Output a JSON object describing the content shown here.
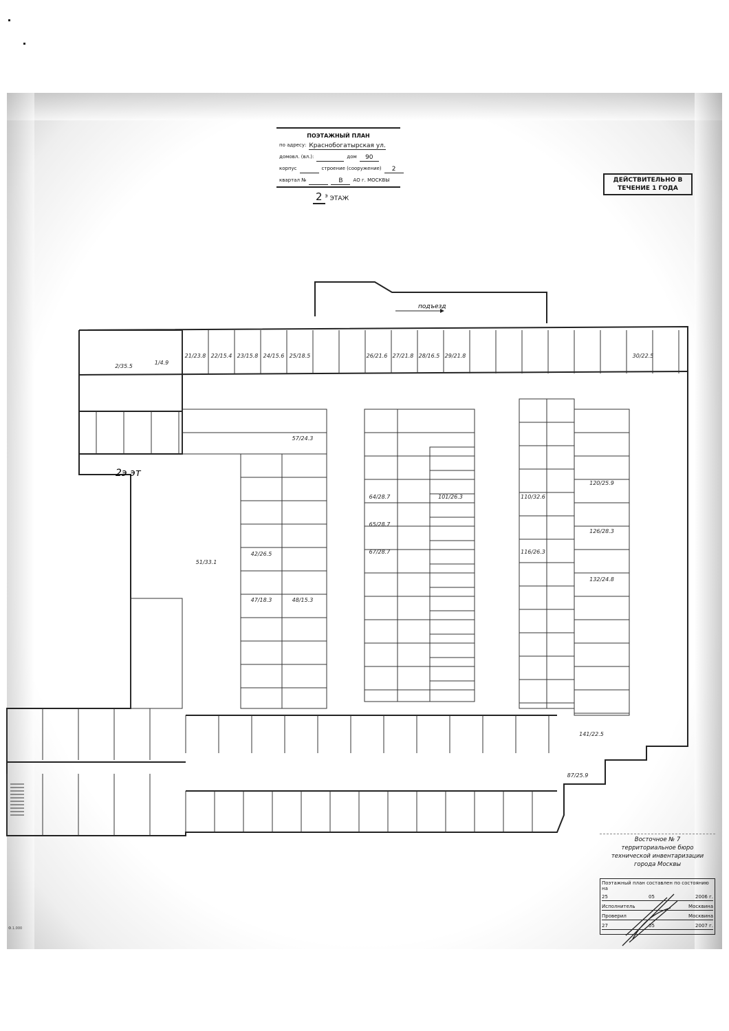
{
  "header": {
    "title": "ПОЭТАЖНЫЙ ПЛАН",
    "address_label": "по адресу:",
    "address_value": "Краснобогатырская ул.",
    "possession_label": "домовл. (вл.):",
    "house_label": "дом",
    "house_value": "90",
    "building_label": "корпус",
    "structure_label": "строение (сооружение)",
    "structure_value": "2",
    "block_label": "квартал №",
    "district_value": "В",
    "district_suffix": "АО г. МОСКВЫ",
    "floor_number": "2",
    "floor_suffix": "э",
    "floor_label": "ЭТАЖ"
  },
  "validity_stamp": {
    "line1": "ДЕЙСТВИТЕЛЬНО В",
    "line2": "ТЕЧЕНИЕ 1 ГОДА"
  },
  "plan": {
    "entrance_label": "подъезд",
    "floor_note": "2э эт",
    "rooms": [
      "21/23.8",
      "22/15.4",
      "23/15.8",
      "24/15.6",
      "25/18.5",
      "26/21.6",
      "27/21.8",
      "28/16.5",
      "29/21.8",
      "30/22.5",
      "1/4.9",
      "2/35.5",
      "42/26.5",
      "47/18.3",
      "48/15.3",
      "51/33.1",
      "57/24.3",
      "64/28.7",
      "65/28.7",
      "67/28.7",
      "101/26.3",
      "110/32.6",
      "116/26.3",
      "120/25.9",
      "126/28.3",
      "132/24.8",
      "141/22.5",
      "87/25.9"
    ]
  },
  "bureau_stamp": {
    "line1": "Восточное № 7",
    "line2": "территориальное бюро",
    "line3": "технической инвентаризации",
    "line4": "города Москвы"
  },
  "certification": {
    "heading": "Поэтажный план составлен по состоянию на",
    "date1_day": "25",
    "date1_month": "05",
    "date1_year": "2006 г.",
    "executor_label": "Исполнитель",
    "executor_name": "Москвина",
    "checker_label": "Проверил",
    "checker_name": "Москвина",
    "date2_day": "27",
    "date2_month": "05",
    "date2_year": "2007 г."
  },
  "footer_note": "Ф.1.000"
}
